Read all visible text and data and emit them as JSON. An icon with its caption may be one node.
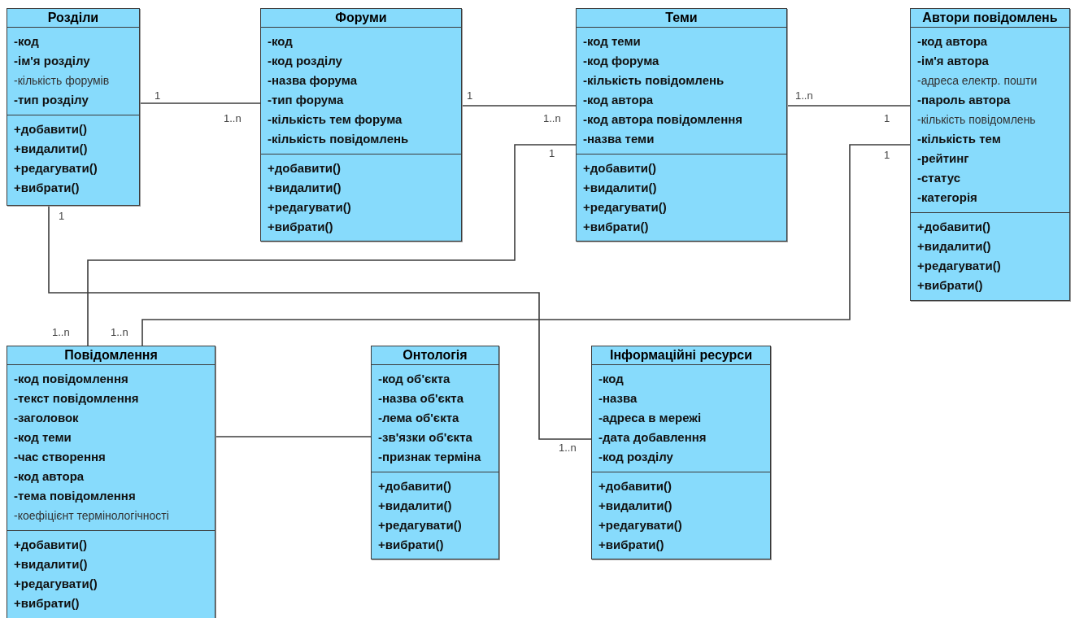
{
  "diagram": {
    "nodes": [
      {
        "text": [
          "Розділи",
          "-код",
          "-ім'я розділу",
          "-кількість форумів",
          "-тип розділу",
          "+добавити()",
          "+видалити()",
          "+редагувати()",
          "+вибрати()"
        ]
      },
      {
        "text": [
          "Форуми",
          "-код",
          "-код розділу",
          "-назва форума",
          "-тип форума",
          "-кількість тем форума",
          "-кількість повідомлень",
          "+добавити()",
          "+видалити()",
          "+редагувати()",
          "+вибрати()"
        ]
      },
      {
        "text": [
          "Теми",
          "-код теми",
          "-код форума",
          "-кількість повідомлень",
          "-код автора",
          "-код автора повідомлення",
          "-назва теми",
          "+добавити()",
          "+видалити()",
          "+редагувати()",
          "+вибрати()"
        ]
      },
      {
        "text": [
          "Автори повідомлень",
          "-код автора",
          "-ім'я автора",
          "-адреса електр. пошти",
          "-пароль автора",
          "-кількість повідомлень",
          "-кількість тем",
          "-рейтинг",
          "-статус",
          "-категорія",
          "+добавити()",
          "+видалити()",
          "+редагувати()",
          "+вибрати()"
        ]
      },
      {
        "text": [
          "Повідомлення",
          "-код повідомлення",
          "-текст повідомлення",
          "-заголовок",
          "-код теми",
          "-час створення",
          "-код автора",
          "-тема повідомлення",
          "-коефіцієнт термінологічності",
          "+добавити()",
          "+видалити()",
          "+редагувати()",
          "+вибрати()"
        ]
      },
      {
        "text": [
          "Онтологія",
          "-код об'єкта",
          "-назва об'єкта",
          "-лема об'єкта",
          "-зв'язки об'єкта",
          "-признак терміна",
          "+добавити()",
          "+видалити()",
          "+редагувати()",
          "+вибрати()"
        ]
      },
      {
        "text": [
          "Інформаційні ресурси",
          "-код",
          "-назва",
          "-адреса в мережі",
          "-дата добавлення",
          "-код розділу",
          "+добавити()",
          "+видалити()",
          "+редагувати()",
          "+вибрати()"
        ]
      }
    ],
    "edges": [
      {
        "from": 0,
        "to": 1,
        "arrow": "none"
      },
      {
        "from": 1,
        "to": 2,
        "arrow": "none"
      },
      {
        "from": 2,
        "to": 3,
        "arrow": "none"
      },
      {
        "from": 2,
        "to": 4,
        "arrow": "none"
      },
      {
        "from": 0,
        "to": 6,
        "arrow": "none"
      },
      {
        "from": 3,
        "to": 4,
        "arrow": "none"
      },
      {
        "from": 4,
        "to": 5,
        "arrow": "none"
      }
    ],
    "labels": [
      "1",
      "1",
      "1..n",
      "1..n",
      "1..n",
      "1",
      "1",
      "1",
      "1",
      "1..n",
      "1..n",
      "1..n"
    ]
  }
}
